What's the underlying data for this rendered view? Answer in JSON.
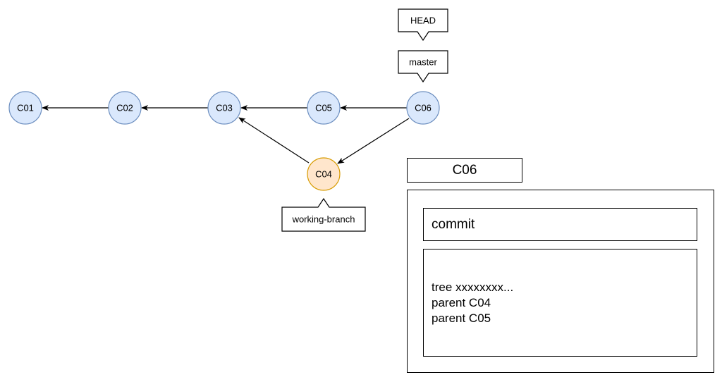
{
  "commits": [
    {
      "id": "C01",
      "label": "C01",
      "kind": "main"
    },
    {
      "id": "C02",
      "label": "C02",
      "kind": "main"
    },
    {
      "id": "C03",
      "label": "C03",
      "kind": "main"
    },
    {
      "id": "C05",
      "label": "C05",
      "kind": "main"
    },
    {
      "id": "C06",
      "label": "C06",
      "kind": "main"
    },
    {
      "id": "C04",
      "label": "C04",
      "kind": "branch"
    }
  ],
  "edges": [
    {
      "from": "C02",
      "to": "C01"
    },
    {
      "from": "C03",
      "to": "C02"
    },
    {
      "from": "C05",
      "to": "C03"
    },
    {
      "from": "C06",
      "to": "C05"
    },
    {
      "from": "C06",
      "to": "C04"
    },
    {
      "from": "C04",
      "to": "C03"
    }
  ],
  "refs": {
    "head": "HEAD",
    "master": "master",
    "working_branch": "working-branch"
  },
  "colors": {
    "main_fill": "#dae8fc",
    "main_stroke": "#6c8ebf",
    "branch_fill": "#ffe6cc",
    "branch_stroke": "#d79b00"
  },
  "detail": {
    "title": "C06",
    "type": "commit",
    "lines": [
      "tree xxxxxxxx...",
      "parent C04",
      "parent C05"
    ]
  }
}
